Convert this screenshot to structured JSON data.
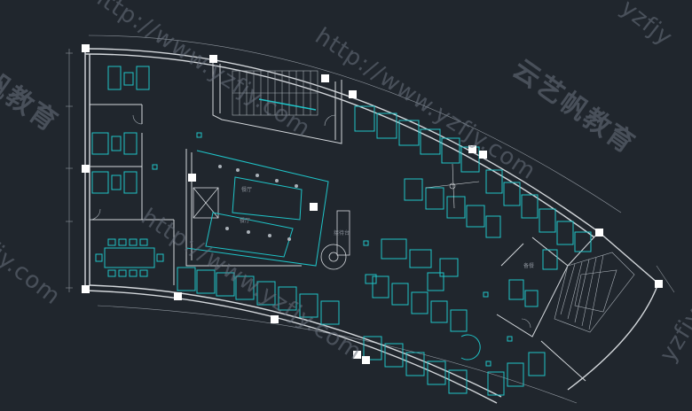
{
  "drawing": {
    "room_labels": [
      "餐厅",
      "餐厅",
      "接待台",
      "备餐"
    ]
  },
  "watermarks": {
    "url": "http://www.yzfjy.com",
    "url_fragment_1": "yzfjy",
    "url_fragment_2": "yzfjy",
    "cn": "云艺帆教育",
    "cn_fragment": "帆教育",
    "url_fragment_3": "fjy.com"
  },
  "colors": {
    "background": "#20262d",
    "wall": "#d4d8dc",
    "furniture": "#1fc4c8",
    "watermark": "#6b7480",
    "column": "#ffffff"
  }
}
